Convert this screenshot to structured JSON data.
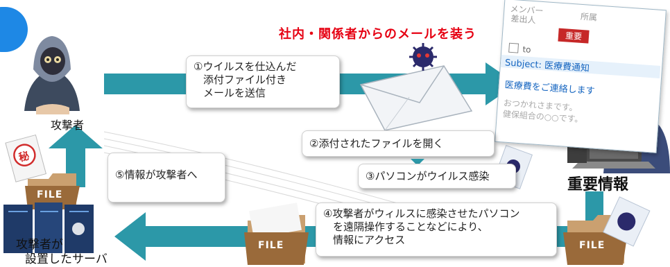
{
  "headline": "社内・関係者からのメールを装う",
  "steps": {
    "step1": [
      "①ウイルスを仕込んだ",
      "添付ファイル付き",
      "メールを送信"
    ],
    "step2": "②添付されたファイルを開く",
    "step3": "③パソコンがウイルス感染",
    "step4": [
      "④攻撃者がウィルスに感染させたパソコン",
      "を遠隔操作することなどにより、",
      "情報にアクセス"
    ],
    "step5": "⑤情報が攻撃者へ"
  },
  "labels": {
    "attacker": "攻撃者",
    "important_info": "重要情報",
    "server": [
      "攻撃者が",
      "設置したサーバ"
    ]
  },
  "file_tags": [
    "FILE",
    "FILE",
    "FILE"
  ],
  "secret_mark": "秘",
  "mail": {
    "member": "メンバー",
    "sender": "差出人",
    "affiliation": "所属",
    "priority": "重要",
    "to": "to",
    "subject": "Subject: 医療費通知",
    "line1": "医療費をご連絡します",
    "line2": "おつかれさまです。",
    "line3": "健保組合の○○です。"
  },
  "colors": {
    "arrow_teal": "#2c98a8",
    "headline_red": "#e60012",
    "virus_purple": "#2b2a6b",
    "corner_blue": "#1e88e5"
  },
  "icons": [
    "hacker-icon",
    "envelope-icon",
    "virus-icon",
    "office-worker-icon",
    "laptop-icon",
    "folder-icon",
    "server-icon",
    "secret-stamp-icon"
  ]
}
